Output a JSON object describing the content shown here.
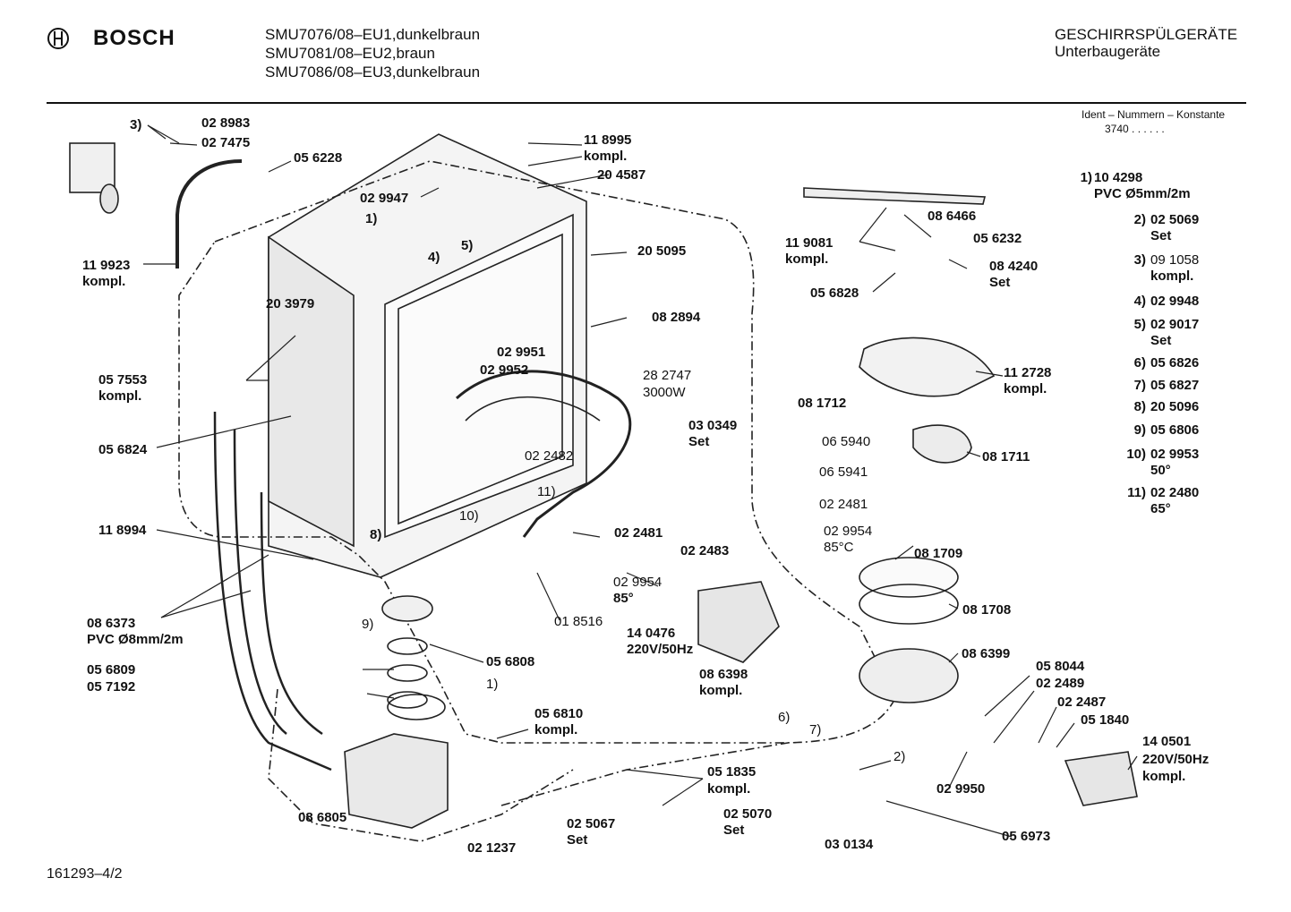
{
  "header": {
    "brand": "BOSCH",
    "models": [
      "SMU7076/08–EU1,dunkelbraun",
      "SMU7081/08–EU2,braun",
      "SMU7086/08–EU3,dunkelbraun"
    ],
    "category": "GESCHIRRSPÜLGERÄTE",
    "subcategory": "Unterbaugeräte",
    "ident_label": "Ident – Nummern – Konstante",
    "ident_value": "3740 . . . . . ."
  },
  "footer": {
    "doc_number": "161293–4/2"
  },
  "legend": [
    {
      "key": "1)",
      "part": "10 4298",
      "desc": "PVC Ø5mm/2m"
    },
    {
      "key": "2)",
      "part": "02 5069",
      "desc": "Set"
    },
    {
      "key": "3)",
      "part": "09 1058",
      "desc": "kompl."
    },
    {
      "key": "4)",
      "part": "02 9948",
      "desc": ""
    },
    {
      "key": "5)",
      "part": "02 9017",
      "desc": "Set"
    },
    {
      "key": "6)",
      "part": "05 6826",
      "desc": ""
    },
    {
      "key": "7)",
      "part": "05 6827",
      "desc": ""
    },
    {
      "key": "8)",
      "part": "20 5096",
      "desc": ""
    },
    {
      "key": "9)",
      "part": "05 6806",
      "desc": ""
    },
    {
      "key": "10)",
      "part": "02 9953",
      "desc": "50°"
    },
    {
      "key": "11)",
      "part": "02 2480",
      "desc": "65°"
    }
  ],
  "labels": {
    "l3": "3)",
    "p028983": "02 8983",
    "p027475": "02 7475",
    "p056228": "05 6228",
    "p119923": "11 9923",
    "kompl_a": "kompl.",
    "p118995": "11 8995",
    "kompl_b": "kompl.",
    "p204587": "20 4587",
    "p029947": "02 9947",
    "l1a": "1)",
    "l4": "4)",
    "l5": "5)",
    "p205095": "20 5095",
    "p203979": "20 3979",
    "p057553": "05 7553",
    "kompl_c": "kompl.",
    "p029951": "02 9951",
    "p029952": "02 9952",
    "p082894": "08 2894",
    "p282747": "28 2747",
    "w3000": "3000W",
    "p056824": "05 6824",
    "p022482": "02 2482",
    "l11": "11)",
    "l10": "10)",
    "l8": "8)",
    "p030349": "03 0349",
    "set_a": "Set",
    "p118994": "11 8994",
    "p022481a": "02 2481",
    "p022483": "02 2483",
    "p029954a": "02 9954",
    "deg85a": "85°",
    "p086373": "08 6373",
    "pvc8": "PVC Ø8mm/2m",
    "l9": "9)",
    "p018516": "01 8516",
    "p140476": "14 0476",
    "v220a": "220V/50Hz",
    "p056809": "05 6809",
    "p057192": "05 7192",
    "p056808": "05 6808",
    "l1b": "1)",
    "p086398": "08 6398",
    "kompl_d": "kompl.",
    "l6": "6)",
    "l7": "7)",
    "p056810": "05 6810",
    "kompl_e": "kompl.",
    "p051835": "05 1835",
    "kompl_f": "kompl.",
    "p086805": "08 6805",
    "p025067": "02 5067",
    "set_b": "Set",
    "p025070": "02 5070",
    "set_c": "Set",
    "p021237": "02 1237",
    "l2": "2)",
    "p030134": "03 0134",
    "p056973": "05 6973",
    "p029950": "02 9950",
    "p058044": "05 8044",
    "p022489": "02 2489",
    "p022487": "02 2487",
    "p051840": "05 1840",
    "p140501": "14 0501",
    "v220b": "220V/50Hz",
    "kompl_g": "kompl.",
    "p086399": "08 6399",
    "p081708": "08 1708",
    "p081709": "08 1709",
    "p065940": "06 5940",
    "p065941": "06 5941",
    "p022481b": "02 2481",
    "p029954b": "02 9954",
    "deg85c": "85°C",
    "p081712": "08 1712",
    "p112728": "11 2728",
    "kompl_h": "kompl.",
    "p081711": "08 1711",
    "p086466": "08 6466",
    "p119081": "11 9081",
    "kompl_i": "kompl.",
    "p056232": "05 6232",
    "p084240": "08 4240",
    "set_d": "Set",
    "p056828": "05 6828"
  }
}
